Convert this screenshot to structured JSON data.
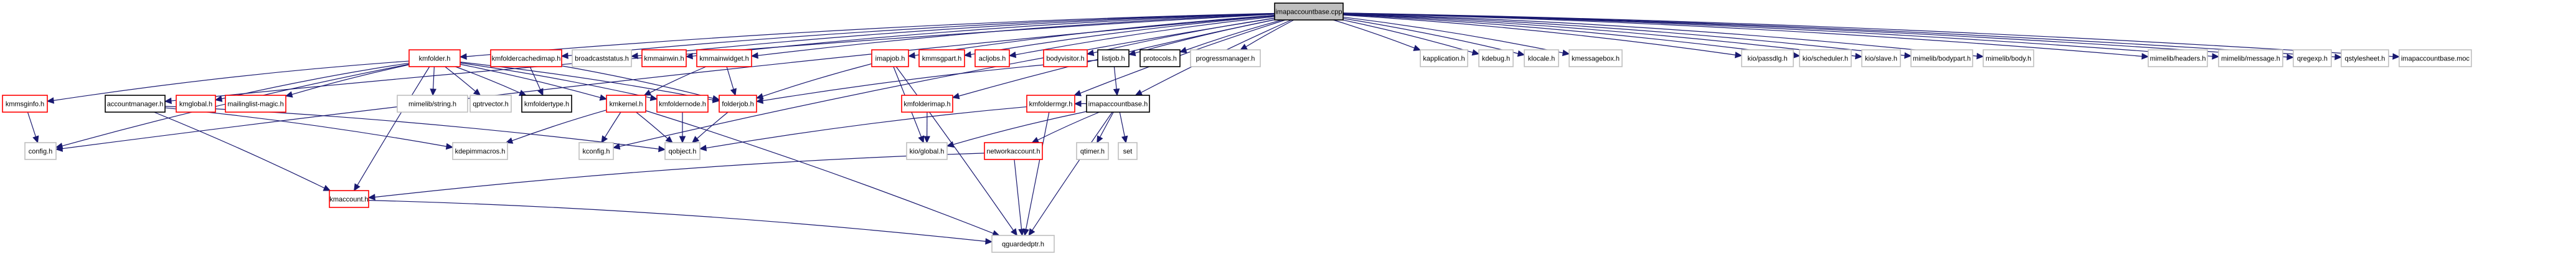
{
  "diagram": {
    "title": "imapaccountbase.cpp include dependency graph",
    "legend": {
      "root": {
        "fill": "#bfbfbf",
        "stroke": "#000000"
      },
      "documented": {
        "fill": "#ffffff",
        "stroke": "#000000"
      },
      "truncated": {
        "fill": "#ffffff",
        "stroke": "#ff0000"
      },
      "undocumented": {
        "fill": "#ffffff",
        "stroke": "#bfbfbf"
      },
      "edge_color": "#191970"
    },
    "nodes": [
      {
        "id": "root",
        "label": "imapaccountbase.cpp",
        "kind": "root"
      },
      {
        "id": "kmfolder",
        "label": "kmfolder.h",
        "kind": "truncated"
      },
      {
        "id": "kmfoldercachedimap",
        "label": "kmfoldercachedimap.h",
        "kind": "truncated"
      },
      {
        "id": "broadcaststatus",
        "label": "broadcaststatus.h",
        "kind": "undocumented"
      },
      {
        "id": "kmmainwin",
        "label": "kmmainwin.h",
        "kind": "truncated"
      },
      {
        "id": "kmmainwidget",
        "label": "kmmainwidget.h",
        "kind": "truncated"
      },
      {
        "id": "imapjob",
        "label": "imapjob.h",
        "kind": "truncated"
      },
      {
        "id": "kmmsgpart",
        "label": "kmmsgpart.h",
        "kind": "truncated"
      },
      {
        "id": "acljobs",
        "label": "acljobs.h",
        "kind": "truncated"
      },
      {
        "id": "bodyvisitor",
        "label": "bodyvisitor.h",
        "kind": "truncated"
      },
      {
        "id": "listjob",
        "label": "listjob.h",
        "kind": "documented"
      },
      {
        "id": "protocols",
        "label": "protocols.h",
        "kind": "documented"
      },
      {
        "id": "progressmanager",
        "label": "progressmanager.h",
        "kind": "undocumented"
      },
      {
        "id": "kapplication",
        "label": "kapplication.h",
        "kind": "undocumented"
      },
      {
        "id": "kdebug",
        "label": "kdebug.h",
        "kind": "undocumented"
      },
      {
        "id": "klocale",
        "label": "klocale.h",
        "kind": "undocumented"
      },
      {
        "id": "kmessagebox",
        "label": "kmessagebox.h",
        "kind": "undocumented"
      },
      {
        "id": "passdlg",
        "label": "kio/passdlg.h",
        "kind": "undocumented"
      },
      {
        "id": "scheduler",
        "label": "kio/scheduler.h",
        "kind": "undocumented"
      },
      {
        "id": "slave",
        "label": "kio/slave.h",
        "kind": "undocumented"
      },
      {
        "id": "bodypart",
        "label": "mimelib/bodypart.h",
        "kind": "undocumented"
      },
      {
        "id": "body",
        "label": "mimelib/body.h",
        "kind": "undocumented"
      },
      {
        "id": "headers",
        "label": "mimelib/headers.h",
        "kind": "undocumented"
      },
      {
        "id": "message",
        "label": "mimelib/message.h",
        "kind": "undocumented"
      },
      {
        "id": "qregexp",
        "label": "qregexp.h",
        "kind": "undocumented"
      },
      {
        "id": "qstylesheet",
        "label": "qstylesheet.h",
        "kind": "undocumented"
      },
      {
        "id": "moc",
        "label": "imapaccountbase.moc",
        "kind": "undocumented"
      },
      {
        "id": "kmmsginfo",
        "label": "kmmsginfo.h",
        "kind": "truncated"
      },
      {
        "id": "accountmanager",
        "label": "accountmanager.h",
        "kind": "documented"
      },
      {
        "id": "kmglobal",
        "label": "kmglobal.h",
        "kind": "truncated"
      },
      {
        "id": "mailinglist",
        "label": "mailinglist-magic.h",
        "kind": "truncated"
      },
      {
        "id": "mstring",
        "label": "mimelib/string.h",
        "kind": "undocumented"
      },
      {
        "id": "qptrvector",
        "label": "qptrvector.h",
        "kind": "undocumented"
      },
      {
        "id": "kmfoldertype",
        "label": "kmfoldertype.h",
        "kind": "documented"
      },
      {
        "id": "kmkernel",
        "label": "kmkernel.h",
        "kind": "truncated"
      },
      {
        "id": "kmfoldernode",
        "label": "kmfoldernode.h",
        "kind": "truncated"
      },
      {
        "id": "folderjob",
        "label": "folderjob.h",
        "kind": "truncated"
      },
      {
        "id": "kmfolderimap",
        "label": "kmfolderimap.h",
        "kind": "truncated"
      },
      {
        "id": "kmfoldermgr",
        "label": "kmfoldermgr.h",
        "kind": "truncated"
      },
      {
        "id": "imapaccountbaseh",
        "label": "imapaccountbase.h",
        "kind": "documented"
      },
      {
        "id": "config",
        "label": "config.h",
        "kind": "undocumented"
      },
      {
        "id": "kdepimmacros",
        "label": "kdepimmacros.h",
        "kind": "undocumented"
      },
      {
        "id": "kconfig",
        "label": "kconfig.h",
        "kind": "undocumented"
      },
      {
        "id": "qobject",
        "label": "qobject.h",
        "kind": "undocumented"
      },
      {
        "id": "kioglobal",
        "label": "kio/global.h",
        "kind": "undocumented"
      },
      {
        "id": "networkaccount",
        "label": "networkaccount.h",
        "kind": "truncated"
      },
      {
        "id": "qtimer",
        "label": "qtimer.h",
        "kind": "undocumented"
      },
      {
        "id": "set",
        "label": "set",
        "kind": "undocumented"
      },
      {
        "id": "kmaccount",
        "label": "kmaccount.h",
        "kind": "truncated"
      },
      {
        "id": "qguardedptr",
        "label": "qguardedptr.h",
        "kind": "undocumented"
      }
    ],
    "edges": [
      [
        "root",
        "kmfolder"
      ],
      [
        "root",
        "kmfoldercachedimap"
      ],
      [
        "root",
        "broadcaststatus"
      ],
      [
        "root",
        "kmmainwin"
      ],
      [
        "root",
        "kmmainwidget"
      ],
      [
        "root",
        "imapjob"
      ],
      [
        "root",
        "kmmsgpart"
      ],
      [
        "root",
        "acljobs"
      ],
      [
        "root",
        "bodyvisitor"
      ],
      [
        "root",
        "listjob"
      ],
      [
        "root",
        "protocols"
      ],
      [
        "root",
        "progressmanager"
      ],
      [
        "root",
        "kapplication"
      ],
      [
        "root",
        "kdebug"
      ],
      [
        "root",
        "klocale"
      ],
      [
        "root",
        "kmessagebox"
      ],
      [
        "root",
        "passdlg"
      ],
      [
        "root",
        "scheduler"
      ],
      [
        "root",
        "slave"
      ],
      [
        "root",
        "bodypart"
      ],
      [
        "root",
        "body"
      ],
      [
        "root",
        "headers"
      ],
      [
        "root",
        "message"
      ],
      [
        "root",
        "qregexp"
      ],
      [
        "root",
        "qstylesheet"
      ],
      [
        "root",
        "moc"
      ],
      [
        "root",
        "accountmanager"
      ],
      [
        "root",
        "kmfolderimap"
      ],
      [
        "root",
        "kmfoldermgr"
      ],
      [
        "root",
        "imapaccountbaseh"
      ],
      [
        "root",
        "kconfig"
      ],
      [
        "root",
        "config"
      ],
      [
        "kmfolder",
        "kmmsginfo"
      ],
      [
        "kmfolder",
        "kmglobal"
      ],
      [
        "kmfolder",
        "mailinglist"
      ],
      [
        "kmfolder",
        "mstring"
      ],
      [
        "kmfolder",
        "qptrvector"
      ],
      [
        "kmfolder",
        "kmfoldertype"
      ],
      [
        "kmfolder",
        "kmkernel"
      ],
      [
        "kmfolder",
        "kmfoldernode"
      ],
      [
        "kmfolder",
        "folderjob"
      ],
      [
        "kmfolder",
        "kmaccount"
      ],
      [
        "kmfolder",
        "config"
      ],
      [
        "kmfoldercachedimap",
        "kmfoldertype"
      ],
      [
        "kmfoldercachedimap",
        "folderjob"
      ],
      [
        "kmmainwidget",
        "kmkernel"
      ],
      [
        "kmmainwidget",
        "folderjob"
      ],
      [
        "imapjob",
        "folderjob"
      ],
      [
        "imapjob",
        "kioglobal"
      ],
      [
        "imapjob",
        "qguardedptr"
      ],
      [
        "listjob",
        "folderjob"
      ],
      [
        "listjob",
        "imapaccountbaseh"
      ],
      [
        "kmmsginfo",
        "config"
      ],
      [
        "accountmanager",
        "kmaccount"
      ],
      [
        "accountmanager",
        "kdepimmacros"
      ],
      [
        "accountmanager",
        "qobject"
      ],
      [
        "kmkernel",
        "kdepimmacros"
      ],
      [
        "kmkernel",
        "kconfig"
      ],
      [
        "kmkernel",
        "qobject"
      ],
      [
        "kmkernel",
        "qguardedptr"
      ],
      [
        "kmfoldernode",
        "qobject"
      ],
      [
        "folderjob",
        "qobject"
      ],
      [
        "kmfolderimap",
        "kioglobal"
      ],
      [
        "kmfoldermgr",
        "qobject"
      ],
      [
        "kmfoldermgr",
        "qguardedptr"
      ],
      [
        "imapaccountbaseh",
        "kioglobal"
      ],
      [
        "imapaccountbaseh",
        "networkaccount"
      ],
      [
        "imapaccountbaseh",
        "qtimer"
      ],
      [
        "imapaccountbaseh",
        "set"
      ],
      [
        "imapaccountbaseh",
        "qguardedptr"
      ],
      [
        "imapaccountbaseh",
        "kmfoldermgr"
      ],
      [
        "networkaccount",
        "kmaccount"
      ],
      [
        "networkaccount",
        "qguardedptr"
      ],
      [
        "kmaccount",
        "qguardedptr"
      ]
    ]
  }
}
